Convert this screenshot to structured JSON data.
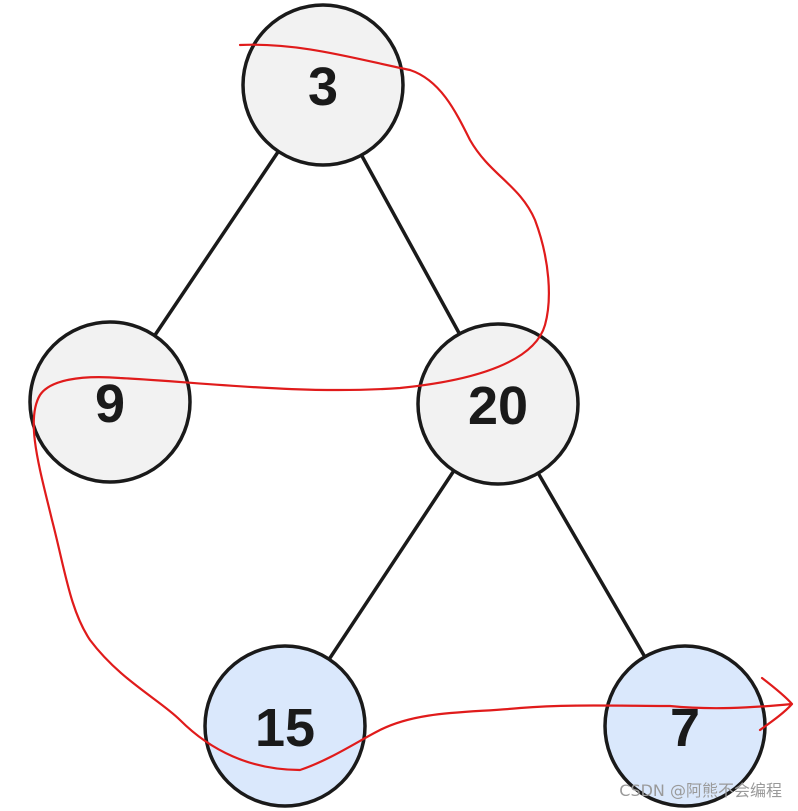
{
  "tree": {
    "nodes": [
      {
        "id": "n3",
        "label": "3",
        "fill": "#f2f2f2"
      },
      {
        "id": "n9",
        "label": "9",
        "fill": "#f2f2f2"
      },
      {
        "id": "n20",
        "label": "20",
        "fill": "#f2f2f2"
      },
      {
        "id": "n15",
        "label": "15",
        "fill": "#dae8fc"
      },
      {
        "id": "n7",
        "label": "7",
        "fill": "#dae8fc"
      }
    ],
    "edges": [
      [
        "n3",
        "n9"
      ],
      [
        "n3",
        "n20"
      ],
      [
        "n20",
        "n15"
      ],
      [
        "n20",
        "n7"
      ]
    ],
    "traversal_stroke": "#e01b1b"
  },
  "watermark": "CSDN @阿熊不会编程"
}
